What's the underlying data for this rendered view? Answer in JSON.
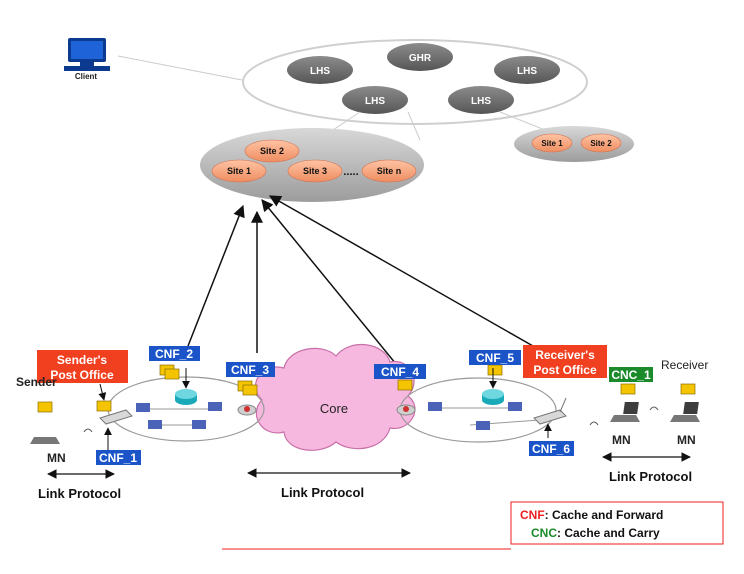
{
  "client": {
    "label": "Client"
  },
  "top_cluster": {
    "nodes": {
      "lhs_left": "LHS",
      "ghr": "GHR",
      "lhs_right": "LHS",
      "lhs_mid_left": "LHS",
      "lhs_mid_right": "LHS"
    }
  },
  "site_cluster_large": {
    "sites": {
      "s2": "Site 2",
      "s1": "Site 1",
      "s3": "Site 3",
      "sn": "Site n"
    },
    "ellipsis": "....."
  },
  "site_cluster_small": {
    "sites": {
      "s1": "Site 1",
      "s2": "Site 2"
    }
  },
  "network": {
    "core_label": "Core",
    "cnf_labels": {
      "cnf1": "CNF_1",
      "cnf2": "CNF_2",
      "cnf3": "CNF_3",
      "cnf4": "CNF_4",
      "cnf5": "CNF_5",
      "cnf6": "CNF_6"
    },
    "cnc_label": "CNC_1",
    "sender_office": {
      "line1": "Sender's",
      "line2": "Post Office"
    },
    "receiver_office": {
      "line1": "Receiver's",
      "line2": "Post Office"
    },
    "sender_label": "Sender",
    "receiver_label": "Receiver",
    "mn_left": "MN",
    "mn_right1": "MN",
    "mn_right2": "MN"
  },
  "protocols": {
    "left": "Link Protocol",
    "center": "Link Protocol",
    "right": "Link Protocol"
  },
  "legend": {
    "cnf_key": "CNF",
    "cnf_desc": ": Cache and Forward",
    "cnc_key": "CNC",
    "cnc_desc": ": Cache and Carry"
  },
  "colors": {
    "cnf_blue": "#1a54c8",
    "office_red": "#f04020",
    "cnc_green": "#1a8a2a",
    "site_orange": "#f5a07a",
    "node_dark": "#6e6e6e",
    "core_pink": "#f7b8e0",
    "legend_red": "#ee2222"
  }
}
